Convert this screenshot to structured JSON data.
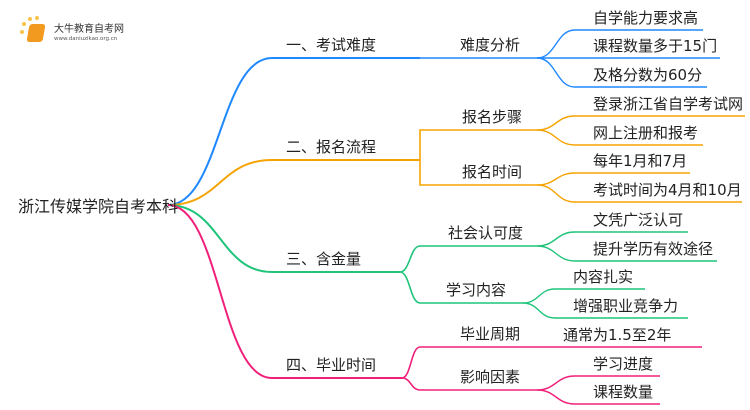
{
  "logo": {
    "name": "大牛教育自考网",
    "url": "www.daniuzikao.org.cn"
  },
  "root": "浙江传媒学院自考本科",
  "colors": [
    "#1e88ff",
    "#f5a300",
    "#1ec47a",
    "#f0207a"
  ],
  "branches": [
    {
      "label": "一、考试难度",
      "children": [
        {
          "label": "难度分析",
          "leaves": [
            "自学能力要求高",
            "课程数量多于15门",
            "及格分数为60分"
          ]
        }
      ]
    },
    {
      "label": "二、报名流程",
      "children": [
        {
          "label": "报名步骤",
          "leaves": [
            "登录浙江省自学考试网",
            "网上注册和报考"
          ]
        },
        {
          "label": "报名时间",
          "leaves": [
            "每年1月和7月",
            "考试时间为4月和10月"
          ]
        }
      ]
    },
    {
      "label": "三、含金量",
      "children": [
        {
          "label": "社会认可度",
          "leaves": [
            "文凭广泛认可",
            "提升学历有效途径"
          ]
        },
        {
          "label": "学习内容",
          "leaves": [
            "内容扎实",
            "增强职业竞争力"
          ]
        }
      ]
    },
    {
      "label": "四、毕业时间",
      "children": [
        {
          "label": "毕业周期",
          "leaves": [
            "通常为1.5至2年"
          ]
        },
        {
          "label": "影响因素",
          "leaves": [
            "学习进度",
            "课程数量"
          ]
        }
      ]
    }
  ]
}
